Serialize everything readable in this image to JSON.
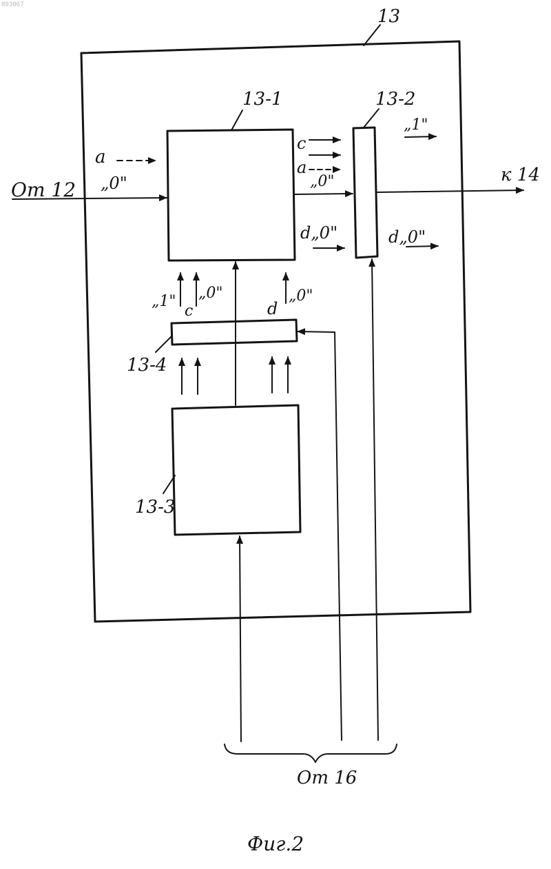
{
  "page": {
    "corner_mark": "893067"
  },
  "diagram": {
    "outer_block": {
      "label": "13"
    },
    "block_13_1": {
      "label": "13-1"
    },
    "block_13_2": {
      "label": "13-2"
    },
    "block_13_3": {
      "label": "13-3"
    },
    "block_13_4": {
      "label": "13-4"
    },
    "inputs": {
      "from_12": "От 12",
      "zero_in": "„0\"",
      "a_signal": "a"
    },
    "between_1_2": {
      "c": "c",
      "a": "a",
      "zero": "„0\"",
      "d_zero": "d„0\""
    },
    "right_side": {
      "one": "„1\"",
      "to_14": "к 14",
      "d_zero": "d„0\""
    },
    "between_4_1": {
      "one": "„1\"",
      "zero": "„0\"",
      "c": "c",
      "d": "d",
      "d_zero": "„0\""
    },
    "bottom": {
      "from_16": "От 16"
    },
    "caption": "Фиг.2"
  }
}
